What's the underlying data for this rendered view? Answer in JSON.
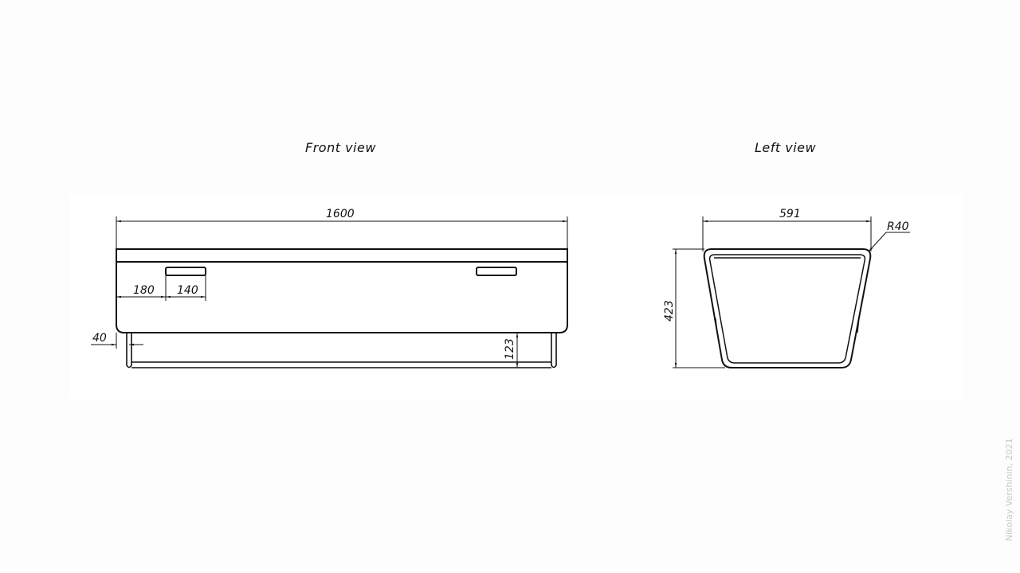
{
  "views": {
    "front": {
      "title": "Front view",
      "dimensions": {
        "overall_width": "1600",
        "handle_offset": "180",
        "handle_width": "140",
        "leg_inset": "40",
        "leg_height": "123"
      }
    },
    "left": {
      "title": "Left view",
      "dimensions": {
        "depth": "591",
        "height": "423",
        "corner_radius": "R40"
      }
    }
  },
  "watermark": "Nikolay Vershinin, 2021",
  "colors": {
    "line": "#111111",
    "background": "#fdfdfd",
    "watermark": "#c8c8c8"
  }
}
